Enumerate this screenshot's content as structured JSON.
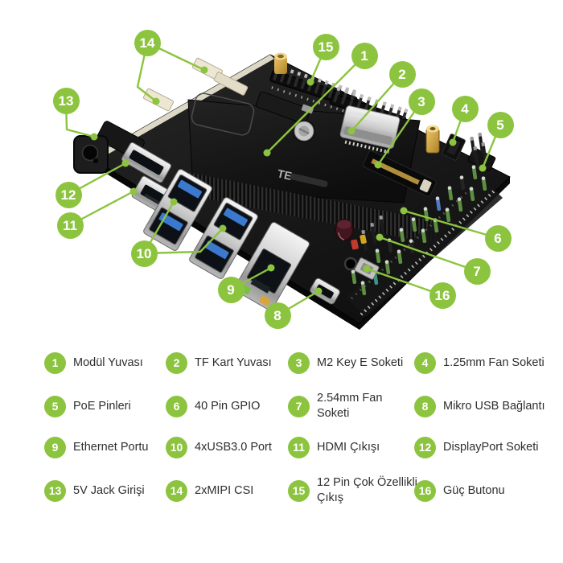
{
  "diagram": {
    "accent": "#8CC43F",
    "board_brand": "TE",
    "callouts": [
      "1",
      "2",
      "3",
      "4",
      "5",
      "6",
      "7",
      "8",
      "9",
      "10",
      "11",
      "12",
      "13",
      "14",
      "15",
      "16"
    ]
  },
  "legend": {
    "items": [
      {
        "num": "1",
        "label": "Modül Yuvası",
        "label2": ""
      },
      {
        "num": "2",
        "label": "TF Kart Yuvası",
        "label2": ""
      },
      {
        "num": "3",
        "label": "M2 Key E Soketi",
        "label2": ""
      },
      {
        "num": "4",
        "label": "1.25mm Fan Soketi",
        "label2": ""
      },
      {
        "num": "5",
        "label": "PoE Pinleri",
        "label2": ""
      },
      {
        "num": "6",
        "label": "40 Pin GPIO",
        "label2": ""
      },
      {
        "num": "7",
        "label": "2.54mm Fan",
        "label2": "Soketi"
      },
      {
        "num": "8",
        "label": "Mikro USB Bağlantı",
        "label2": ""
      },
      {
        "num": "9",
        "label": "Ethernet Portu",
        "label2": ""
      },
      {
        "num": "10",
        "label": "4xUSB3.0 Port",
        "label2": ""
      },
      {
        "num": "11",
        "label": "HDMI Çıkışı",
        "label2": ""
      },
      {
        "num": "12",
        "label": "DisplayPort Soketi",
        "label2": ""
      },
      {
        "num": "13",
        "label": "5V Jack Girişi",
        "label2": ""
      },
      {
        "num": "14",
        "label": "2xMIPI CSI",
        "label2": ""
      },
      {
        "num": "15",
        "label": "12 Pin Çok Özellikli",
        "label2": "Çıkış"
      },
      {
        "num": "16",
        "label": "Güç Butonu",
        "label2": ""
      }
    ]
  }
}
